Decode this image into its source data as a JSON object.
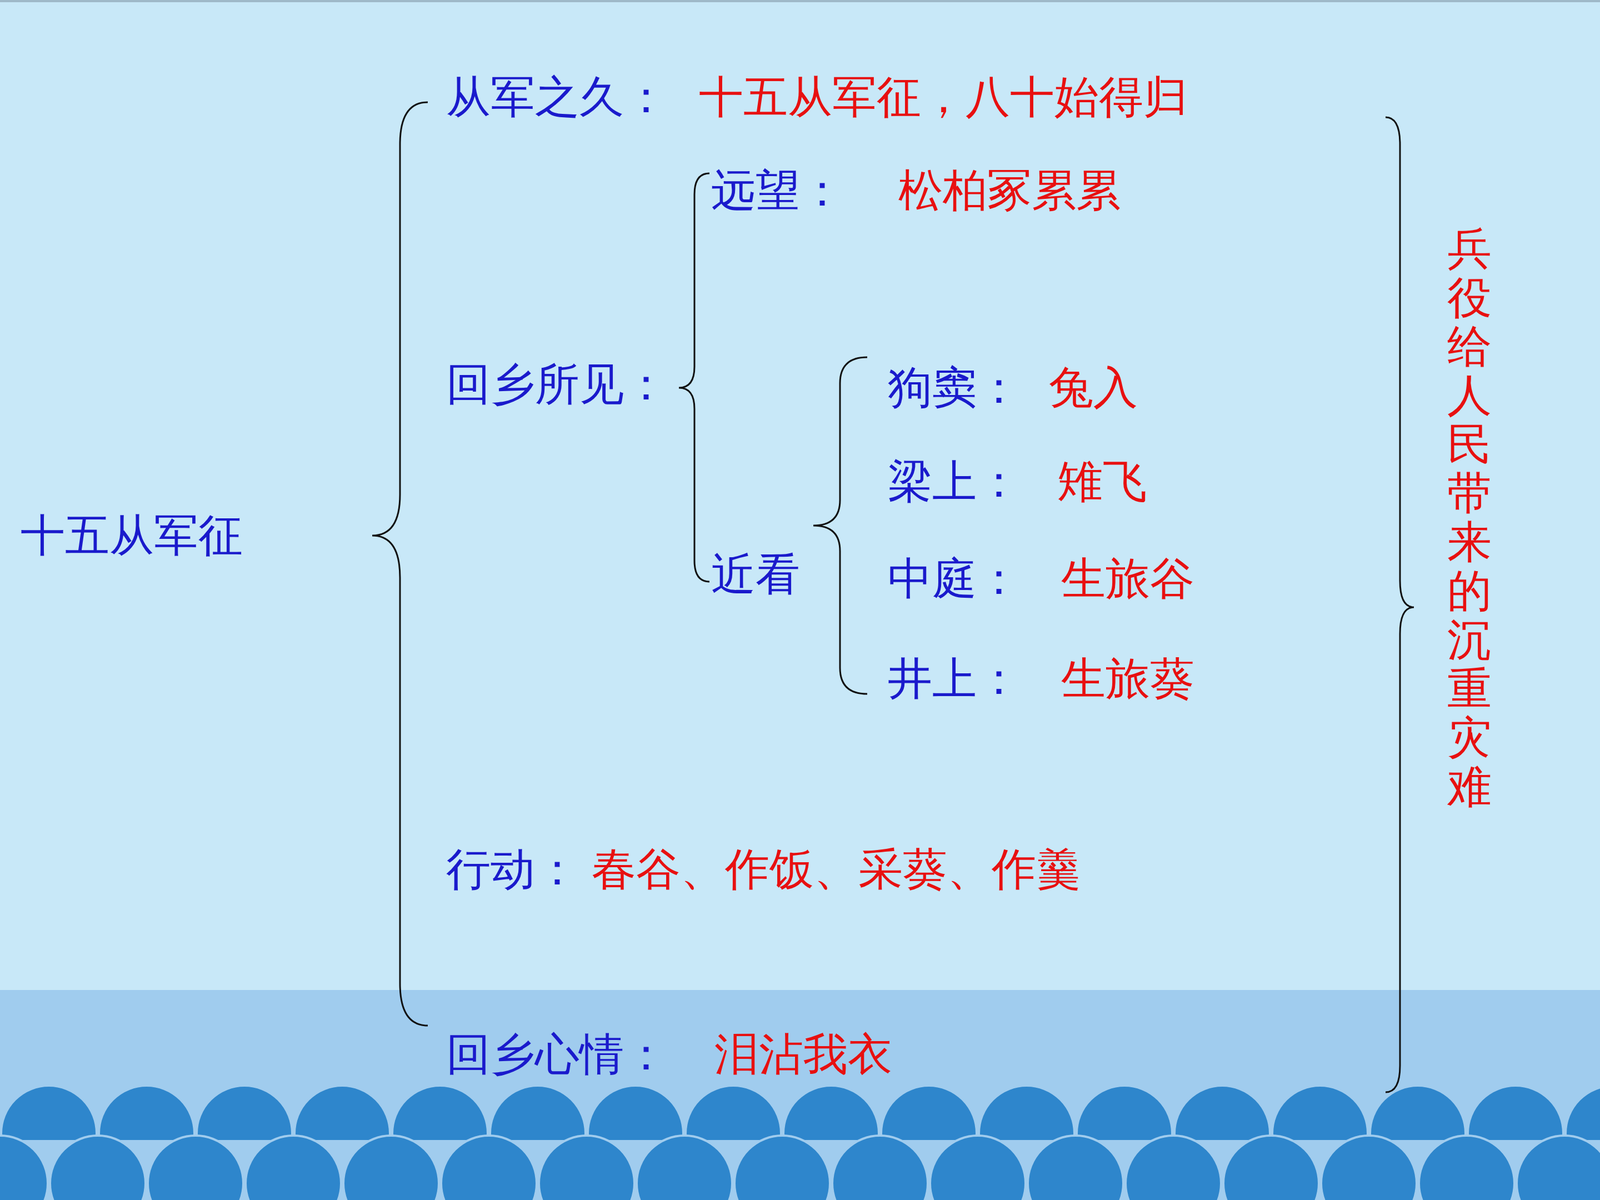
{
  "diagram": {
    "labels": [
      "十五从军征",
      "从军之久：",
      "十五从军征，八十始得归",
      "远望：",
      "松柏冢累累",
      "回乡所见：",
      "狗窦：",
      "兔入",
      "梁上：",
      "雉飞",
      "近看",
      "中庭：",
      "生旅谷",
      "井上：",
      "生旅葵",
      "行动：",
      "春谷、作饭、采葵、作羹",
      "回乡心情：",
      "泪沾我衣",
      "兵役给人民带来的沉重灾难"
    ]
  }
}
